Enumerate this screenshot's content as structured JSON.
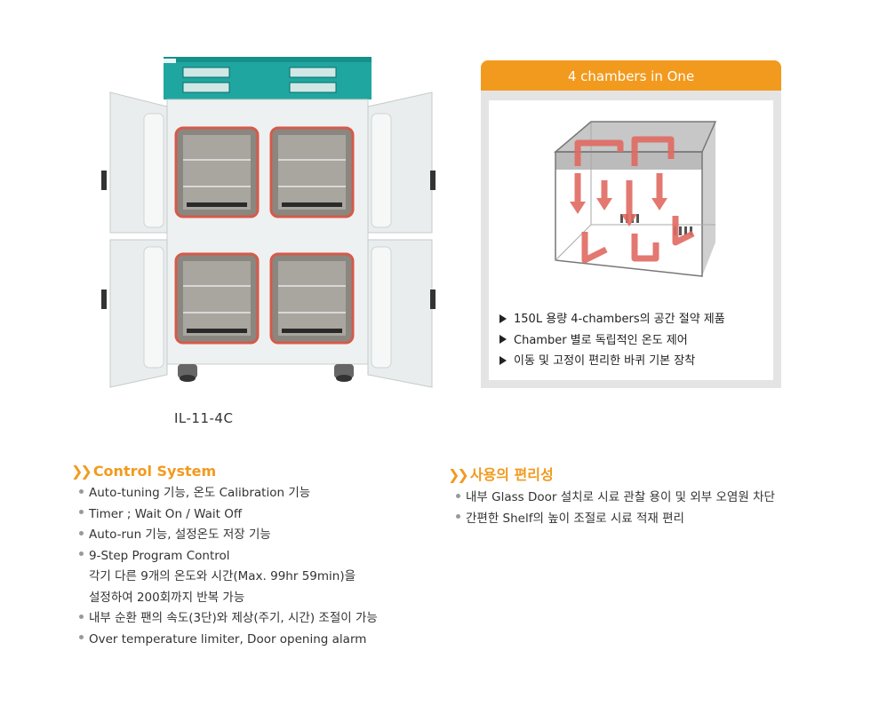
{
  "product": {
    "model": "IL-11-4C",
    "colors": {
      "body": "#f2f4f4",
      "control_panel": "#1fa6a0",
      "gasket": "#e06050",
      "window": "#7a7670"
    }
  },
  "chambers_panel": {
    "title": "4 chambers in One",
    "header_color": "#f29a1e",
    "bullets": [
      "150L 용량 4-chambers의 공간 절약 제품",
      "Chamber 별로 독립적인 온도 제어",
      "이동 및 고정이 편리한 바퀴 기본 장착"
    ]
  },
  "control_system": {
    "title": "Control System",
    "items": [
      {
        "lines": [
          "Auto-tuning 기능, 온도 Calibration 기능"
        ]
      },
      {
        "lines": [
          "Timer ; Wait On / Wait Off"
        ]
      },
      {
        "lines": [
          "Auto-run 기능, 설정온도 저장 기능"
        ]
      },
      {
        "lines": [
          "9-Step Program Control",
          "각기 다른 9개의 온도와 시간(Max. 99hr 59min)을",
          "설정하여 200회까지 반복 가능"
        ]
      },
      {
        "lines": [
          "내부 순환 팬의 속도(3단)와 제상(주기, 시간) 조절이 가능"
        ]
      },
      {
        "lines": [
          "Over temperature limiter, Door opening alarm"
        ]
      }
    ]
  },
  "convenience": {
    "title": "사용의 편리성",
    "items": [
      "내부 Glass Door 설치로 시료 관찰 용이 및 외부 오염원 차단",
      "간편한 Shelf의 높이 조절로 시료 적재 편리"
    ]
  },
  "icons": {
    "section_marker": "double-chevron-icon",
    "bullet_triangle": "triangle-right-icon",
    "bullet_dot": "dot-icon"
  }
}
